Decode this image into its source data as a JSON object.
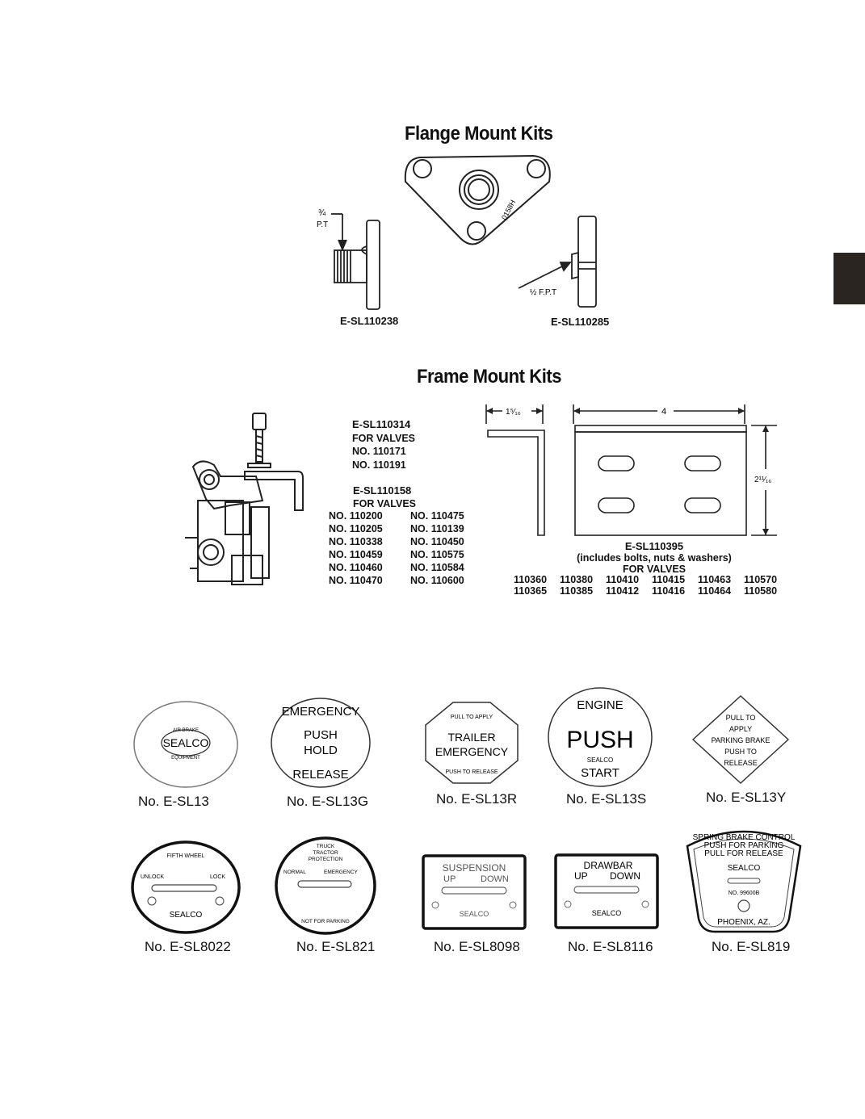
{
  "flange": {
    "title": "Flange Mount Kits",
    "dim_left_top": "¾",
    "dim_left_bot": "P.T",
    "mark": "0158H",
    "dim_right": "½ F.P.T",
    "kit1": "E-SL110238",
    "kit2": "E-SL110285"
  },
  "frame": {
    "title": "Frame Mount Kits",
    "kitA": {
      "name": "E-SL110314",
      "for": "FOR VALVES",
      "valves": [
        "NO. 110171",
        "NO. 110191"
      ]
    },
    "kitB": {
      "name": "E-SL110158",
      "for": "FOR VALVES",
      "col1": [
        "NO. 110200",
        "NO. 110205",
        "NO. 110338",
        "NO. 110459",
        "NO. 110460",
        "NO. 110470"
      ],
      "col2": [
        "NO. 110475",
        "NO. 110139",
        "NO. 110450",
        "NO. 110575",
        "NO. 110584",
        "NO. 110600"
      ]
    },
    "kitC": {
      "name": "E-SL110395",
      "note": "(includes bolts, nuts & washers)",
      "for": "FOR VALVES",
      "row1": [
        "110360",
        "110380",
        "110410",
        "110415",
        "110463",
        "110570"
      ],
      "row2": [
        "110365",
        "110385",
        "110412",
        "110416",
        "110464",
        "110580"
      ]
    },
    "dim_width": "4",
    "dim_flange": "1⁵⁄₁₆",
    "dim_height": "2¹¹⁄₁₆"
  },
  "plates": {
    "row1": [
      {
        "caption": "No. E-SL13",
        "lines": [
          "AIR BRAKE",
          "SEALCO",
          "EQUIPMENT"
        ]
      },
      {
        "caption": "No. E-SL13G",
        "lines": [
          "EMERGENCY",
          "PUSH",
          "HOLD",
          "RELEASE"
        ]
      },
      {
        "caption": "No. E-SL13R",
        "lines": [
          "PULL TO APPLY",
          "TRAILER",
          "EMERGENCY",
          "PUSH TO RELEASE"
        ]
      },
      {
        "caption": "No. E-SL13S",
        "lines": [
          "ENGINE",
          "PUSH",
          "SEALCO",
          "START"
        ]
      },
      {
        "caption": "No. E-SL13Y",
        "lines": [
          "PULL TO",
          "APPLY",
          "PARKING BRAKE",
          "PUSH TO",
          "RELEASE"
        ]
      }
    ],
    "row2": [
      {
        "caption": "No. E-SL8022",
        "lines": [
          "FIFTH WHEEL",
          "UNLOCK",
          "LOCK",
          "SEALCO"
        ]
      },
      {
        "caption": "No. E-SL821",
        "lines": [
          "TRUCK",
          "TRACTOR",
          "PROTECTION",
          "NORMAL",
          "EMERGENCY",
          "NOT FOR PARKING"
        ]
      },
      {
        "caption": "No. E-SL8098",
        "lines": [
          "SUSPENSION",
          "UP",
          "DOWN",
          "SEALCO"
        ]
      },
      {
        "caption": "No. E-SL8116",
        "lines": [
          "DRAWBAR",
          "UP",
          "DOWN",
          "SEALCO"
        ]
      },
      {
        "caption": "No. E-SL819",
        "lines": [
          "SPRING BRAKE CONTROL",
          "PUSH FOR PARKING",
          "PULL FOR RELEASE",
          "SEALCO",
          "NO. 99600B",
          "PHOENIX, AZ."
        ]
      }
    ]
  }
}
